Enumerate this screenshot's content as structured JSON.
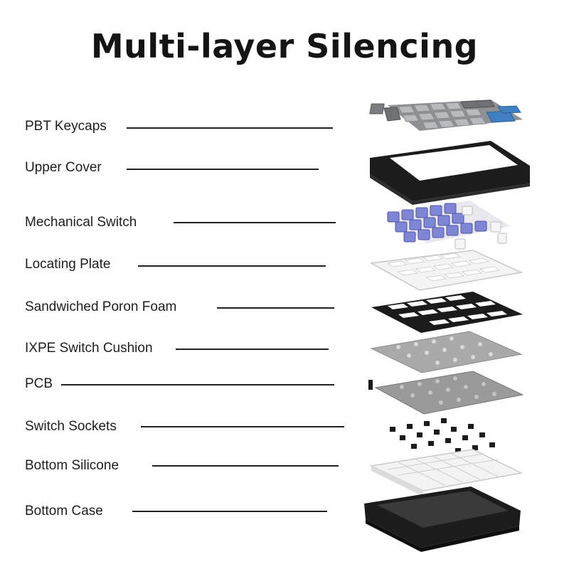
{
  "title": "Multi-layer Silencing",
  "layers": [
    {
      "label": "PBT Keycaps"
    },
    {
      "label": "Upper Cover"
    },
    {
      "label": "Mechanical Switch"
    },
    {
      "label": "Locating Plate"
    },
    {
      "label": "Sandwiched Poron Foam"
    },
    {
      "label": "IXPE Switch Cushion"
    },
    {
      "label": "PCB"
    },
    {
      "label": "Switch Sockets"
    },
    {
      "label": "Bottom Silicone"
    },
    {
      "label": "Bottom Case"
    }
  ],
  "colors": {
    "keycap_grey": "#a9abae",
    "keycap_dark": "#6d6f72",
    "keycap_blue": "#3f7fc4",
    "switch_purple": "#7f86d6",
    "frame_black": "#1c1c1c",
    "plate_white": "#f2f2f2",
    "pcb_grey": "#9a9a9a"
  }
}
